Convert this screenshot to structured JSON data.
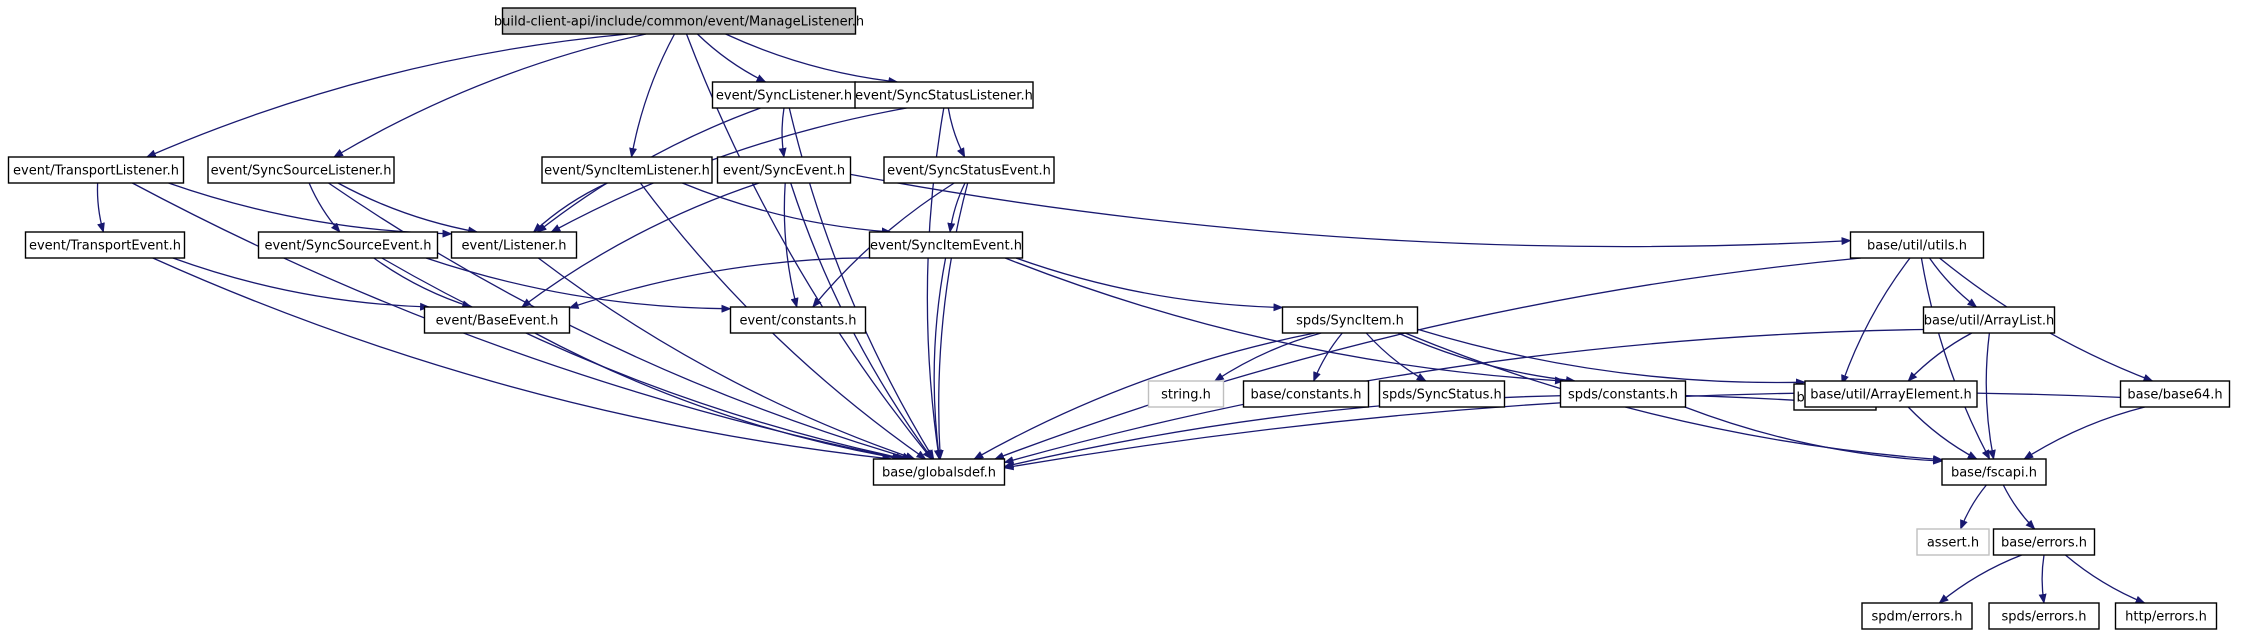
{
  "graph": {
    "nodes": [
      {
        "id": "n0",
        "label": "build-client-api/include/common/event/ManageListener.h",
        "kind": "root"
      },
      {
        "id": "n1",
        "label": "event/SyncListener.h"
      },
      {
        "id": "n2",
        "label": "event/SyncStatusListener.h"
      },
      {
        "id": "n3",
        "label": "event/TransportListener.h"
      },
      {
        "id": "n4",
        "label": "event/SyncSourceListener.h"
      },
      {
        "id": "n5",
        "label": "event/SyncItemListener.h"
      },
      {
        "id": "n6",
        "label": "event/SyncEvent.h"
      },
      {
        "id": "n7",
        "label": "event/SyncStatusEvent.h"
      },
      {
        "id": "n8",
        "label": "base/util/utils.h"
      },
      {
        "id": "n9",
        "label": "event/TransportEvent.h"
      },
      {
        "id": "n10",
        "label": "event/SyncSourceEvent.h"
      },
      {
        "id": "n11",
        "label": "event/Listener.h"
      },
      {
        "id": "n12",
        "label": "event/SyncItemEvent.h"
      },
      {
        "id": "n13",
        "label": "event/BaseEvent.h"
      },
      {
        "id": "n14",
        "label": "event/constants.h"
      },
      {
        "id": "n15",
        "label": "spds/SyncItem.h"
      },
      {
        "id": "n16",
        "label": "base/md5.h"
      },
      {
        "id": "n17",
        "label": "base/util/ArrayList.h"
      },
      {
        "id": "n18",
        "label": "string.h",
        "kind": "missing"
      },
      {
        "id": "n19",
        "label": "base/constants.h"
      },
      {
        "id": "n20",
        "label": "spds/SyncStatus.h"
      },
      {
        "id": "n21",
        "label": "spds/constants.h"
      },
      {
        "id": "n22",
        "label": "base/util/ArrayElement.h"
      },
      {
        "id": "n23",
        "label": "base/base64.h"
      },
      {
        "id": "n24",
        "label": "base/globalsdef.h"
      },
      {
        "id": "n25",
        "label": "base/fscapi.h"
      },
      {
        "id": "n26",
        "label": "assert.h",
        "kind": "missing"
      },
      {
        "id": "n27",
        "label": "base/errors.h"
      },
      {
        "id": "n28",
        "label": "spdm/errors.h"
      },
      {
        "id": "n29",
        "label": "spds/errors.h"
      },
      {
        "id": "n30",
        "label": "http/errors.h"
      }
    ],
    "edges": [
      [
        "n0",
        "n1"
      ],
      [
        "n0",
        "n2"
      ],
      [
        "n0",
        "n3"
      ],
      [
        "n0",
        "n4"
      ],
      [
        "n0",
        "n5"
      ],
      [
        "n0",
        "n24"
      ],
      [
        "n1",
        "n6"
      ],
      [
        "n1",
        "n11"
      ],
      [
        "n1",
        "n24"
      ],
      [
        "n2",
        "n7"
      ],
      [
        "n2",
        "n11"
      ],
      [
        "n2",
        "n24"
      ],
      [
        "n3",
        "n9"
      ],
      [
        "n3",
        "n11"
      ],
      [
        "n3",
        "n24"
      ],
      [
        "n4",
        "n10"
      ],
      [
        "n4",
        "n11"
      ],
      [
        "n4",
        "n24"
      ],
      [
        "n5",
        "n12"
      ],
      [
        "n5",
        "n11"
      ],
      [
        "n5",
        "n24"
      ],
      [
        "n6",
        "n13"
      ],
      [
        "n6",
        "n14"
      ],
      [
        "n6",
        "n8"
      ],
      [
        "n6",
        "n24"
      ],
      [
        "n7",
        "n12"
      ],
      [
        "n7",
        "n14"
      ],
      [
        "n7",
        "n24"
      ],
      [
        "n9",
        "n13"
      ],
      [
        "n9",
        "n24"
      ],
      [
        "n10",
        "n13"
      ],
      [
        "n10",
        "n14"
      ],
      [
        "n10",
        "n24"
      ],
      [
        "n11",
        "n24"
      ],
      [
        "n12",
        "n13"
      ],
      [
        "n12",
        "n15"
      ],
      [
        "n12",
        "n21"
      ],
      [
        "n12",
        "n24"
      ],
      [
        "n13",
        "n24"
      ],
      [
        "n8",
        "n16"
      ],
      [
        "n8",
        "n17"
      ],
      [
        "n8",
        "n23"
      ],
      [
        "n8",
        "n25"
      ],
      [
        "n8",
        "n24"
      ],
      [
        "n15",
        "n18"
      ],
      [
        "n15",
        "n19"
      ],
      [
        "n15",
        "n20"
      ],
      [
        "n15",
        "n21"
      ],
      [
        "n15",
        "n22"
      ],
      [
        "n15",
        "n25"
      ],
      [
        "n15",
        "n24"
      ],
      [
        "n17",
        "n22"
      ],
      [
        "n17",
        "n25"
      ],
      [
        "n17",
        "n24"
      ],
      [
        "n21",
        "n25"
      ],
      [
        "n22",
        "n25"
      ],
      [
        "n22",
        "n24"
      ],
      [
        "n23",
        "n25"
      ],
      [
        "n23",
        "n24"
      ],
      [
        "n25",
        "n26"
      ],
      [
        "n25",
        "n27"
      ],
      [
        "n27",
        "n28"
      ],
      [
        "n27",
        "n29"
      ],
      [
        "n27",
        "n30"
      ]
    ]
  }
}
